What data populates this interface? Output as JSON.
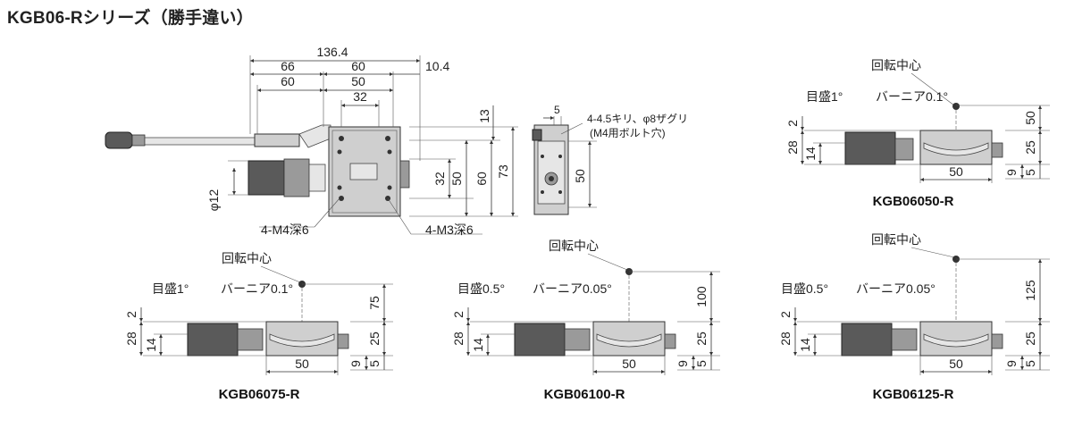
{
  "title": "KGB06-Rシリーズ（勝手違い）",
  "main": {
    "dims": {
      "top_total": "136.4",
      "top_a": "66",
      "top_b": "60",
      "top_c": "10.4",
      "top_d": "60",
      "top_e": "50",
      "top_f": "32",
      "right_13": "13",
      "right_32": "32",
      "right_50": "50",
      "right_60": "60",
      "right_73": "73",
      "phi12": "φ12"
    },
    "callouts": {
      "m4": "4-M4深6",
      "m3": "4-M3深6"
    }
  },
  "side": {
    "d5": "5",
    "d50": "50",
    "note1": "4-4.5キリ、φ8ザグリ",
    "note2": "(M4用ボルト穴)"
  },
  "variants": [
    {
      "model": "KGB06050-R",
      "rot": "回転中心",
      "scale": "目盛1°",
      "vernier": "バーニア0.1°",
      "h2": "2",
      "h28": "28",
      "h14": "14",
      "w50": "50",
      "r_top": "50",
      "r25": "25",
      "r9": "9",
      "r5": "5"
    },
    {
      "model": "KGB06075-R",
      "rot": "回転中心",
      "scale": "目盛1°",
      "vernier": "バーニア0.1°",
      "h2": "2",
      "h28": "28",
      "h14": "14",
      "w50": "50",
      "r_top": "75",
      "r25": "25",
      "r9": "9",
      "r5": "5"
    },
    {
      "model": "KGB06100-R",
      "rot": "回転中心",
      "scale": "目盛0.5°",
      "vernier": "バーニア0.05°",
      "h2": "2",
      "h28": "28",
      "h14": "14",
      "w50": "50",
      "r_top": "100",
      "r25": "25",
      "r9": "9",
      "r5": "5"
    },
    {
      "model": "KGB06125-R",
      "rot": "回転中心",
      "scale": "目盛0.5°",
      "vernier": "バーニア0.05°",
      "h2": "2",
      "h28": "28",
      "h14": "14",
      "w50": "50",
      "r_top": "125",
      "r25": "25",
      "r9": "9",
      "r5": "5"
    }
  ]
}
